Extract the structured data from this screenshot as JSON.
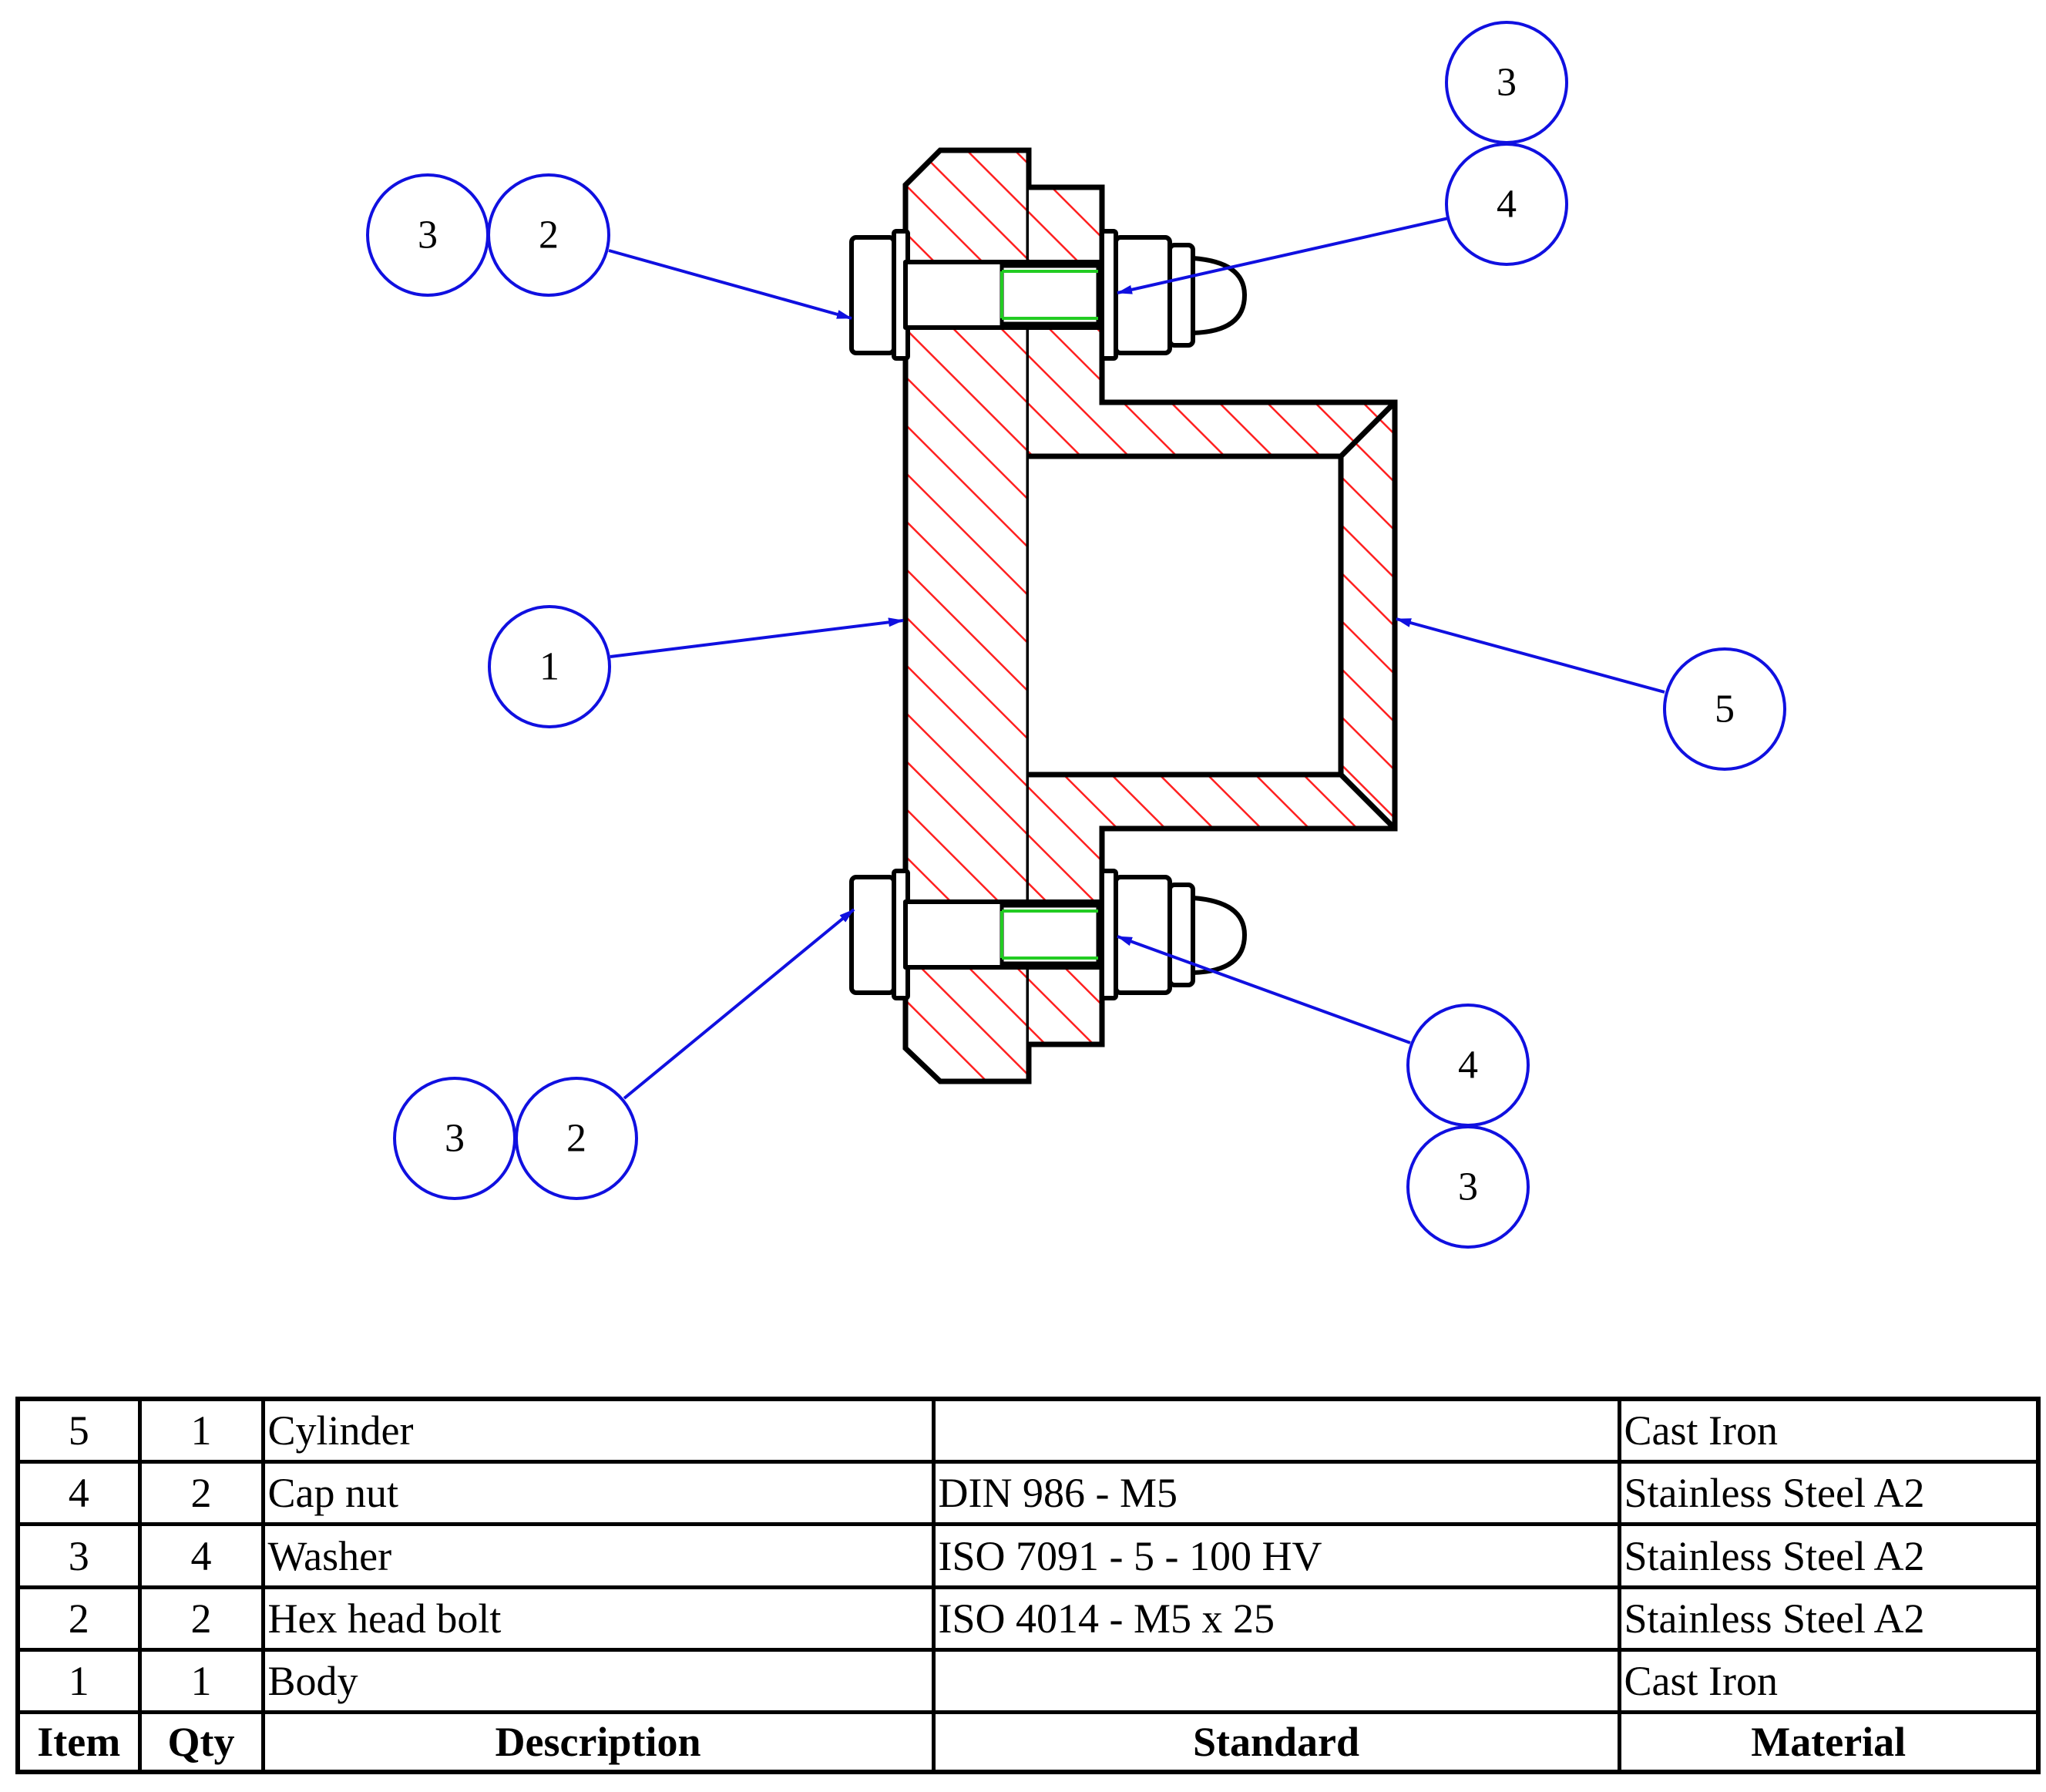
{
  "balloons": {
    "top_left_washer": "3",
    "top_left_bolt": "2",
    "top_right_washer": "3",
    "top_right_nut": "4",
    "body": "1",
    "cylinder": "5",
    "bottom_left_washer": "3",
    "bottom_left_bolt": "2",
    "bottom_right_nut": "4",
    "bottom_right_washer": "3"
  },
  "colors": {
    "section_hatch": "#ff2020",
    "balloon": "#1010e0",
    "thread": "#22cc22",
    "outline": "#000000"
  },
  "bom": {
    "headers": {
      "item": "Item",
      "qty": "Qty",
      "description": "Description",
      "standard": "Standard",
      "material": "Material"
    },
    "rows": [
      {
        "item": "5",
        "qty": "1",
        "description": "Cylinder",
        "standard": "",
        "material": "Cast Iron"
      },
      {
        "item": "4",
        "qty": "2",
        "description": "Cap nut",
        "standard": "DIN 986 - M5",
        "material": "Stainless Steel A2"
      },
      {
        "item": "3",
        "qty": "4",
        "description": "Washer",
        "standard": "ISO 7091 - 5 - 100 HV",
        "material": "Stainless Steel A2"
      },
      {
        "item": "2",
        "qty": "2",
        "description": "Hex head bolt",
        "standard": "ISO 4014 - M5 x 25",
        "material": "Stainless Steel A2"
      },
      {
        "item": "1",
        "qty": "1",
        "description": "Body",
        "standard": "",
        "material": "Cast Iron"
      }
    ]
  }
}
